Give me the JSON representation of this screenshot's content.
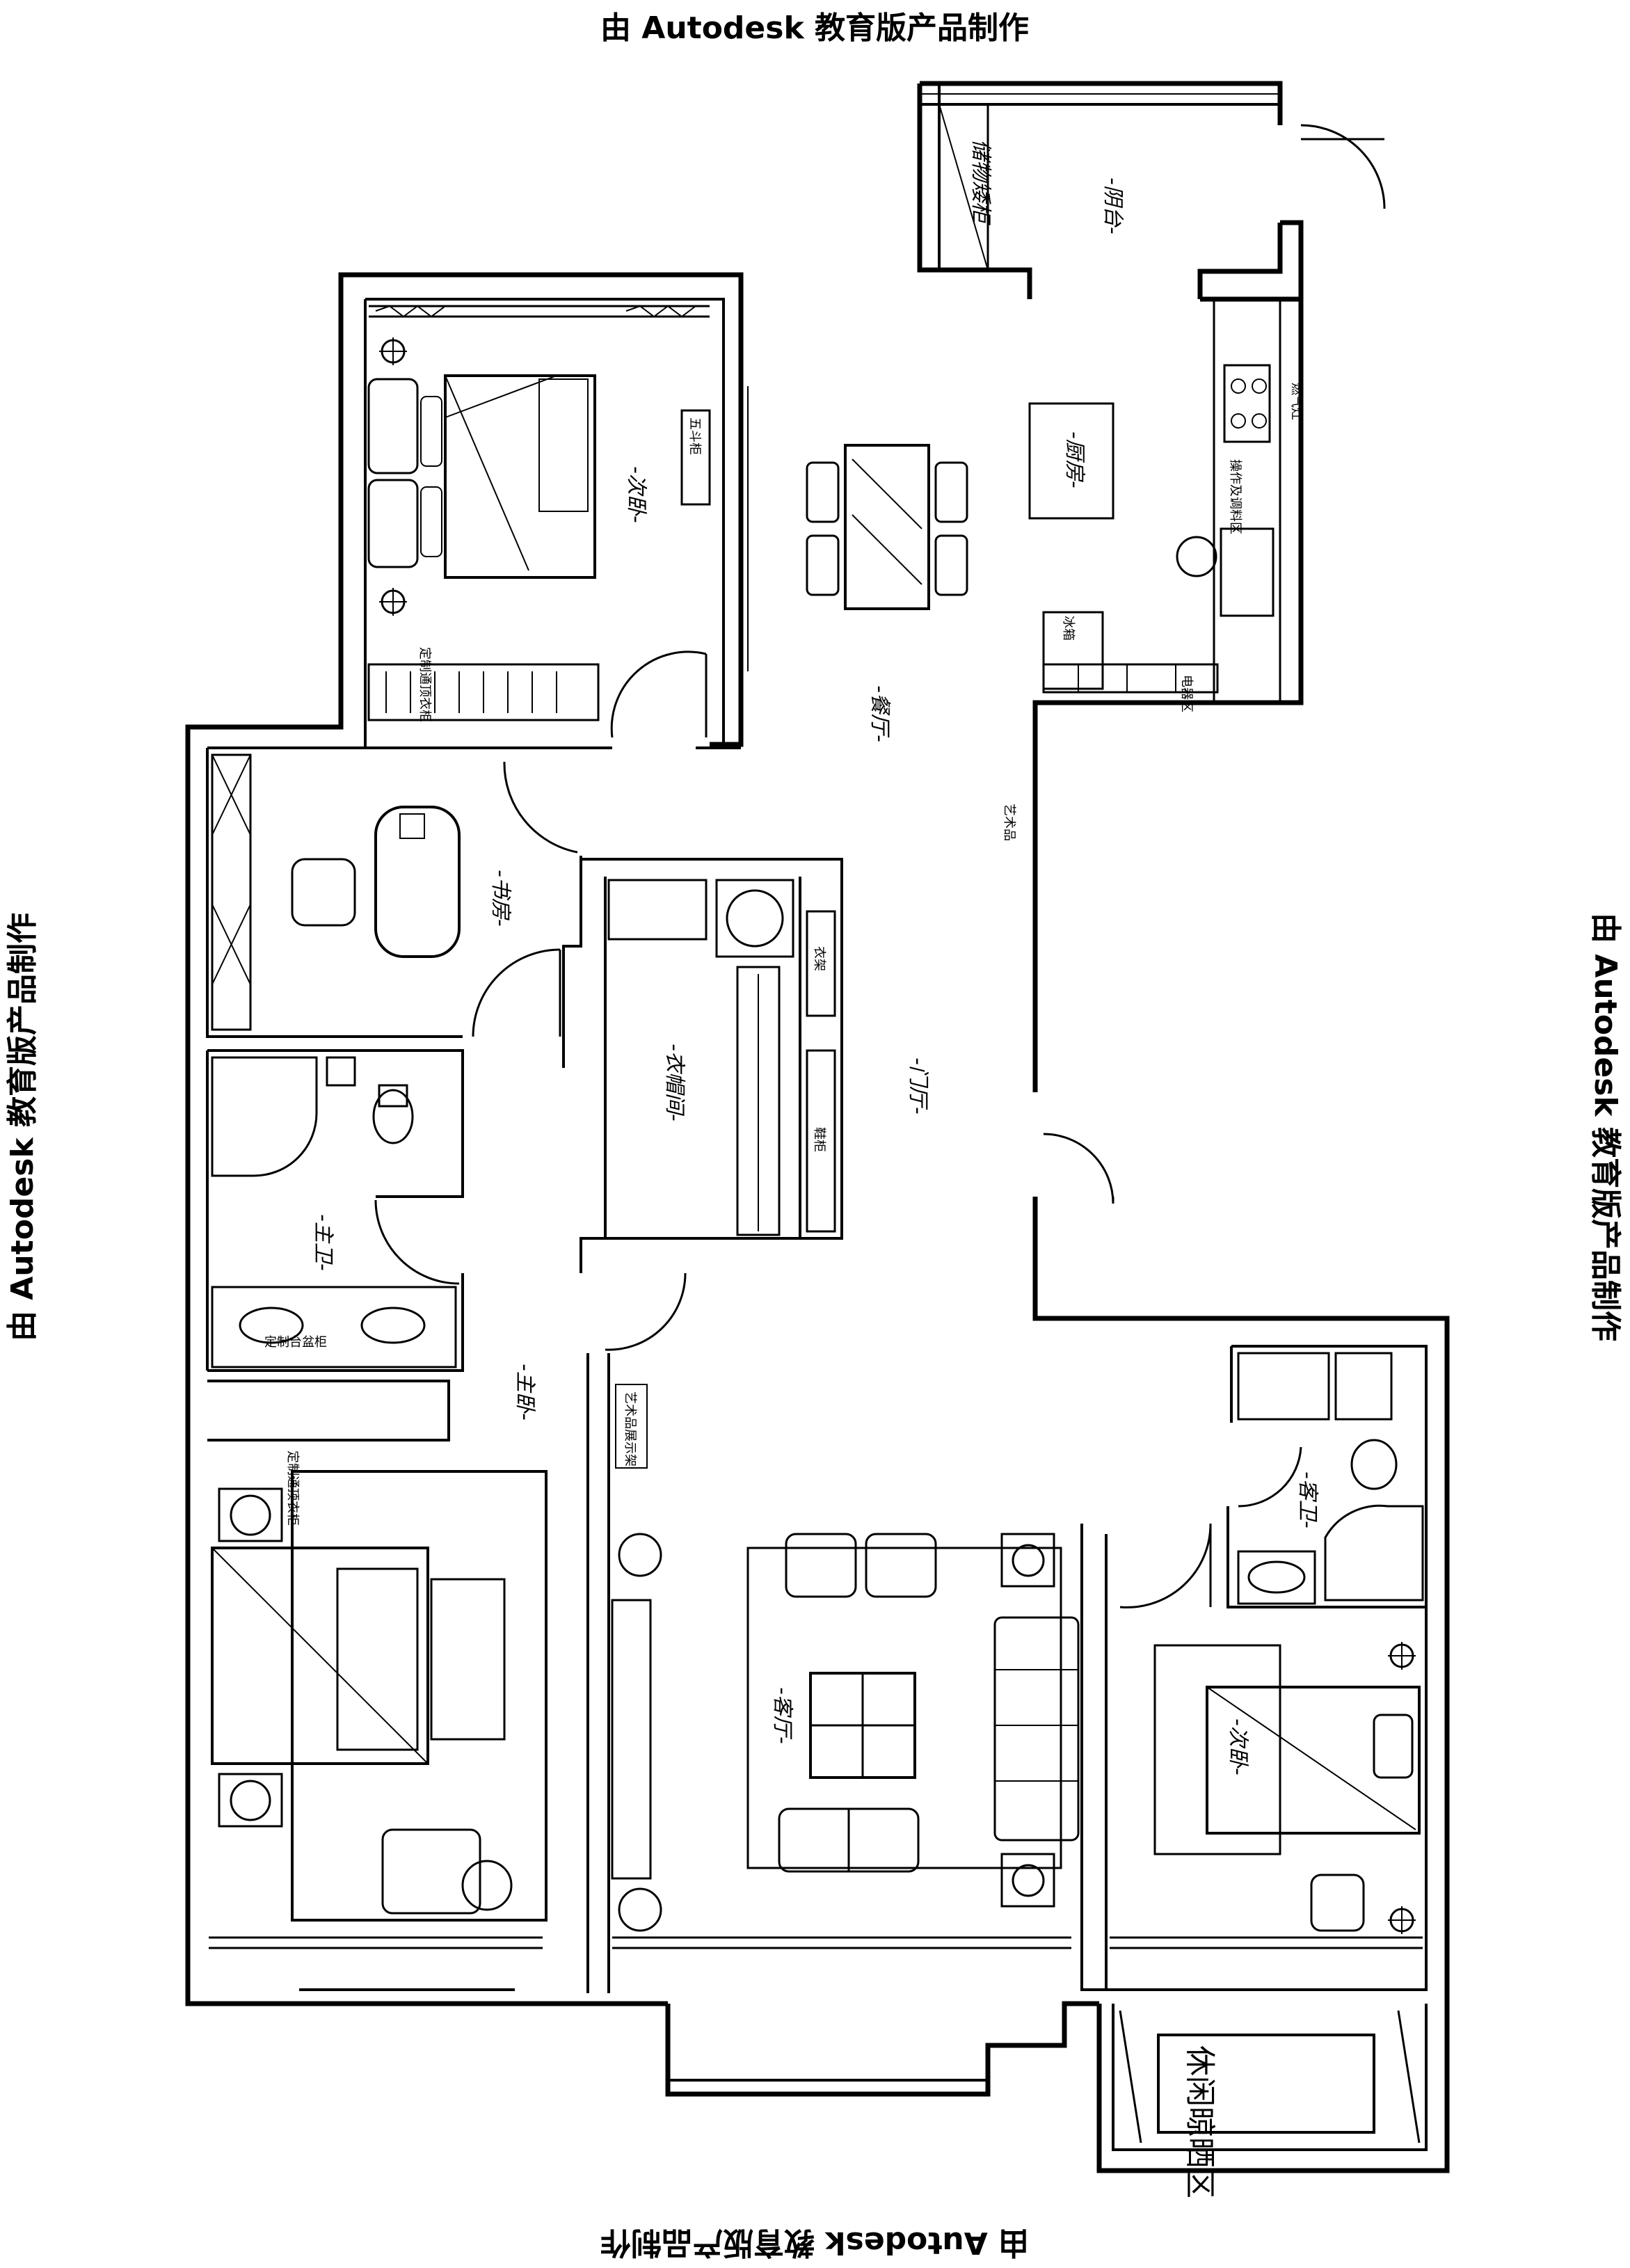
{
  "watermark": "由 Autodesk 教育版产品制作",
  "rooms": {
    "balcony": "-阴台-",
    "kitchen": "-厨房-",
    "dining": "-餐厅-",
    "bedroom2_top": "-次卧-",
    "study": "-书房-",
    "cloakroom": "-衣帽间-",
    "foyer": "-门厅-",
    "master_bath": "-主卫-",
    "master_bedroom": "-主卧-",
    "living": "-客厅-",
    "guest_bath": "-客卫-",
    "bedroom2_bottom": "-次卧-"
  },
  "labels": {
    "storage_cabinet": "储物矮柜",
    "jade_cabinet": "五斗柜",
    "wardrobe_top": "定制通顶衣柜",
    "wardrobe_master": "定制通顶衣柜",
    "vanity": "定制台盆柜",
    "fridge": "冰箱",
    "gas_stove": "燃气灶",
    "prep_area": "操作及调料区",
    "shoe_cabinet": "鞋柜",
    "coat": "衣架",
    "art_display_1": "艺术品",
    "art_display_2": "艺术品展示架",
    "leisure_area": "休闲晾晒区",
    "appliance": "电器区"
  }
}
